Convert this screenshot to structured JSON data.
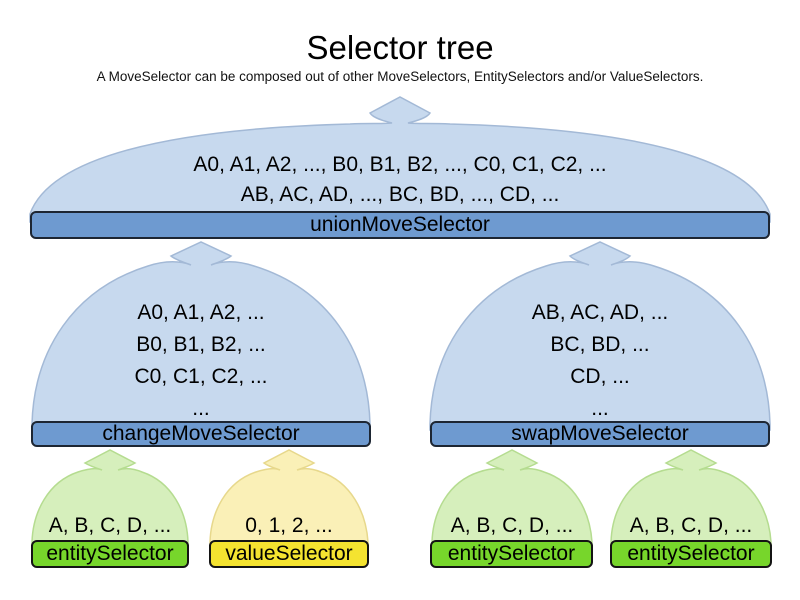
{
  "title": "Selector tree",
  "subtitle": "A MoveSelector can be composed out of other MoveSelectors, EntitySelectors and/or ValueSelectors.",
  "colors": {
    "blue_cloud_fill": "#c7d9ee",
    "blue_cloud_stroke": "#a3b9d6",
    "green_cloud_fill": "#d6efbc",
    "green_cloud_stroke": "#b5dc90",
    "yellow_cloud_fill": "#faf0b7",
    "yellow_cloud_stroke": "#e7d88c",
    "bar_blue": "#6e9ad0",
    "bar_green": "#77d62b",
    "bar_yellow": "#f4e330",
    "bar_border_blue": "#1d2633",
    "bar_border": "#141414"
  },
  "nodes": {
    "union": {
      "label": "unionMoveSelector",
      "lines": [
        "A0, A1, A2, ..., B0, B1, B2, ..., C0, C1, C2, ...",
        "AB, AC, AD, ..., BC, BD, ..., CD, ..."
      ]
    },
    "change": {
      "label": "changeMoveSelector",
      "lines": [
        "A0, A1, A2, ...",
        "B0, B1, B2, ...",
        "C0, C1, C2, ...",
        "..."
      ]
    },
    "swap": {
      "label": "swapMoveSelector",
      "lines": [
        "AB, AC, AD, ...",
        "BC, BD, ...",
        "CD, ...",
        "..."
      ]
    },
    "entity1": {
      "label": "entitySelector",
      "lines": [
        "A, B, C, D, ..."
      ]
    },
    "value1": {
      "label": "valueSelector",
      "lines": [
        "0, 1, 2, ..."
      ]
    },
    "entity2": {
      "label": "entitySelector",
      "lines": [
        "A, B, C, D, ..."
      ]
    },
    "entity3": {
      "label": "entitySelector",
      "lines": [
        "A, B, C, D, ..."
      ]
    }
  }
}
